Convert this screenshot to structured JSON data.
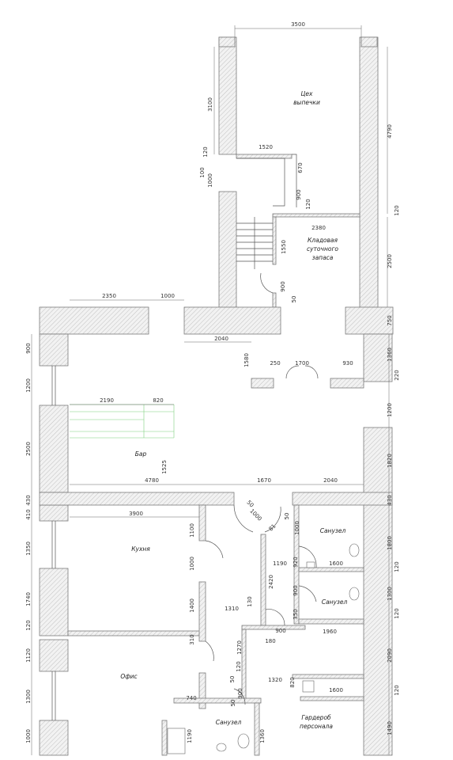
{
  "rooms": {
    "bakery_line1": "Цех",
    "bakery_line2": "выпечки",
    "storage_line1": "Кладовая",
    "storage_line2": "суточного",
    "storage_line3": "запаса",
    "bar": "Бар",
    "kitchen": "Кухня",
    "office": "Офис",
    "wc1": "Санузел",
    "wc2": "Санузел",
    "wc3": "Санузел",
    "wardrobe_line1": "Гардероб",
    "wardrobe_line2": "персонала"
  },
  "dims": {
    "top_width": "3500",
    "bakery_left": "3100",
    "bakery_right": "4790",
    "d120_a": "120",
    "d1520": "1520",
    "d670": "670",
    "d100": "100",
    "d1000_a": "1000",
    "d900_a": "900",
    "d120_b": "120",
    "d120_right1": "120",
    "d2380": "2380",
    "d1550": "1550",
    "d2500_right": "2500",
    "d900_b": "900",
    "d50_a": "50",
    "d2350": "2350",
    "d1000_b": "1000",
    "d750": "750",
    "d2040_a": "2040",
    "d1580": "1580",
    "d900_left": "900",
    "d250": "250",
    "d1700": "1700",
    "d930": "930",
    "d1360_right": "1360",
    "d220_right": "220",
    "d1200_left": "1200",
    "d2190": "2190",
    "d820_a": "820",
    "d1200_right": "1200",
    "d2500_left": "2500",
    "d1525": "1525",
    "d1820_right": "1820",
    "d4780": "4780",
    "d1670": "1670",
    "d2040_b": "2040",
    "d430_left": "430",
    "d430_right": "430",
    "d50_b": "50",
    "d1000_door": "1000",
    "d81": "81",
    "d50_c": "50",
    "d410": "410",
    "d3900": "3900",
    "d1100": "1100",
    "d1000_c": "1000",
    "d1350": "1350",
    "d1000_d": "1000",
    "d1800_right": "1800",
    "d1190": "1190",
    "d920": "920",
    "d1600_a": "1600",
    "d120_right2": "120",
    "d2420": "2420",
    "d1740": "1740",
    "d1400": "1400",
    "d900_c": "900",
    "d1310": "1310",
    "d130": "130",
    "d1300_right": "1300",
    "d350": "350",
    "d120_left": "120",
    "d900_d": "900",
    "d120_right3": "120",
    "d180": "180",
    "d1960": "1960",
    "d310": "310",
    "d1120": "1120",
    "d1270": "1270",
    "d2090_right": "2090",
    "d120_c": "120",
    "d1320": "1320",
    "d820_b": "820",
    "d50_d": "50",
    "d1300_left": "1300",
    "d900_e": "900",
    "d1600_b": "1600",
    "d120_right4": "120",
    "d740": "740",
    "d50_e": "50",
    "d1000_left": "1000",
    "d1190_b": "1190",
    "d1360_b": "1360",
    "d1490_right": "1490"
  }
}
